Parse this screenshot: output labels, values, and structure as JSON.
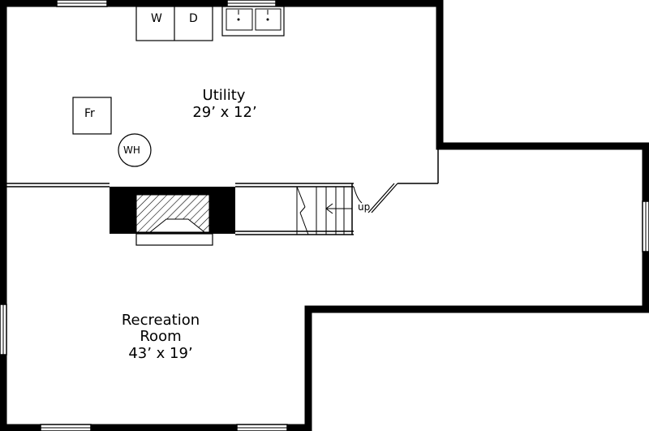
{
  "rooms": {
    "utility": {
      "name": "Utility",
      "size": "29’ x 12’"
    },
    "recreation": {
      "name_line1": "Recreation",
      "name_line2": "Room",
      "size": "43’ x 19’"
    }
  },
  "fixtures": {
    "washer": "W",
    "dryer": "D",
    "freezer": "Fr",
    "water_heater": "WH"
  },
  "stairs": {
    "label": "up"
  }
}
